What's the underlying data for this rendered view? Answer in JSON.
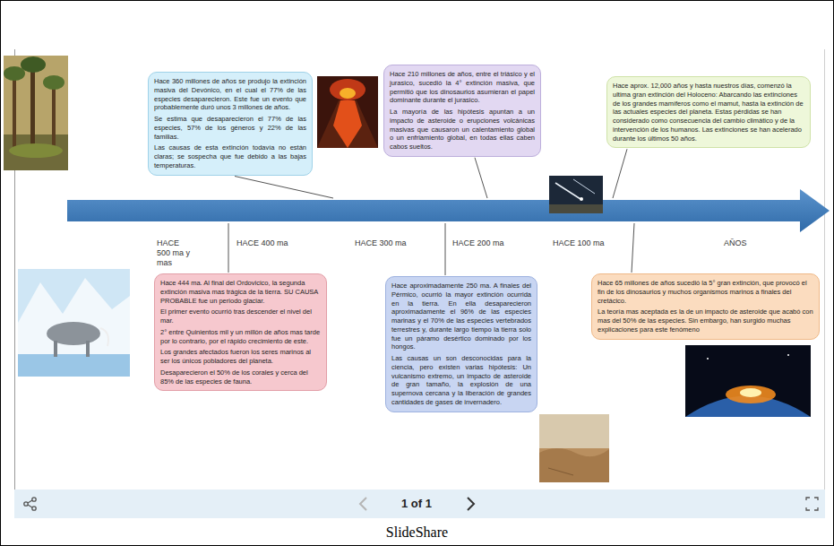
{
  "diagram": {
    "caption": "SlideShare",
    "nodes": [
      {
        "text": [
          "Hace 360 millones de años se produjo la extinción masiva del Devónico, en el cual el 77% de las especies desaparecieron. Este fue un evento que probablemente duró unos 3 millones de años.",
          "Se estima que desaparecieron el 77% de las especies, 57% de los géneros y 22% de las familias.",
          "Las causas de esta extinción todavía no están claras; se sospecha que fue debido a las bajas temperaturas."
        ]
      },
      {
        "text": [
          "Hace 210 millones de años, entre el triásico y el jurasico, sucedió la 4° extinción masiva, que permitió que los dinosaurios asumieran el papel dominante durante el jurasico.",
          "La mayoría de las hipótesis apuntan a un impacto de asteroide o erupciones volcánicas masivas que causaron un calentamiento global o un enfriamiento global, en todas ellas caben cabos sueltos."
        ]
      },
      {
        "text": [
          "Hace aprox. 12,000 años y hasta nuestros días, comenzó la ultima gran extinción del Holoceno: Abarcando las extinciones de los grandes mamíferos como el mamut, hasta la extinción de las actuales especies del planeta. Estas pérdidas se han considerado como consecuencia del cambio climático y de la intervención de los humanos. Las extinciones se han acelerado durante los últimos 50 años."
        ]
      },
      {
        "text": [
          "Hace 444 ma. Al final del Ordovicico, la segunda extinción masiva mas trágica de la tierra. SU CAUSA PROBABLE fue un periodo glaciar.",
          "El primer evento ocurrió tras descender el nivel del mar.",
          "2° entre Quinientos mil y un millón de años mas tarde por lo contrario, por el rápido crecimiento de este.",
          "Los grandes afectados fueron los seres marinos al ser los únicos pobladores del planeta.",
          "Desaparecieron el 50% de los corales y cerca del 85% de las especies de fauna."
        ]
      },
      {
        "text": [
          "Hace aproximadamente 250 ma. A finales del Pérmico, ocurrió la mayor extinción ocurrida en la tierra. En ella desaparecieron aproximadamente el 96% de las especies marinas y el 70% de las especies vertebrados terrestres y, durante largo tiempo la tierra solo fue un páramo desértico dominado por los hongos.",
          "Las causas un son desconocidas para la ciencia, pero existen varias hipótesis: Un vulcanismo extremo, un impacto de asteroide de gran tamaño, la explosión de una supernova cercana y la liberación de grandes cantidades de gases de invernadero."
        ]
      },
      {
        "text": [
          "Hace 65 millones de años sucedió la 5° gran extinción, que provocó el fin de los dinosaurios y muchos organismos marinos a finales del cretácico.",
          "La teoría mas aceptada es la de un impacto de asteroide que acabó con mas del 50% de las especies. Sin embargo, han surgido muchas explicaciones para este fenómeno"
        ]
      }
    ],
    "labels": [
      "HACE 500 ma y mas",
      "HACE 400 ma",
      "HACE 300 ma",
      "HACE 200 ma",
      "HACE 100 ma",
      "AÑOS",
      "1 of 1"
    ]
  }
}
